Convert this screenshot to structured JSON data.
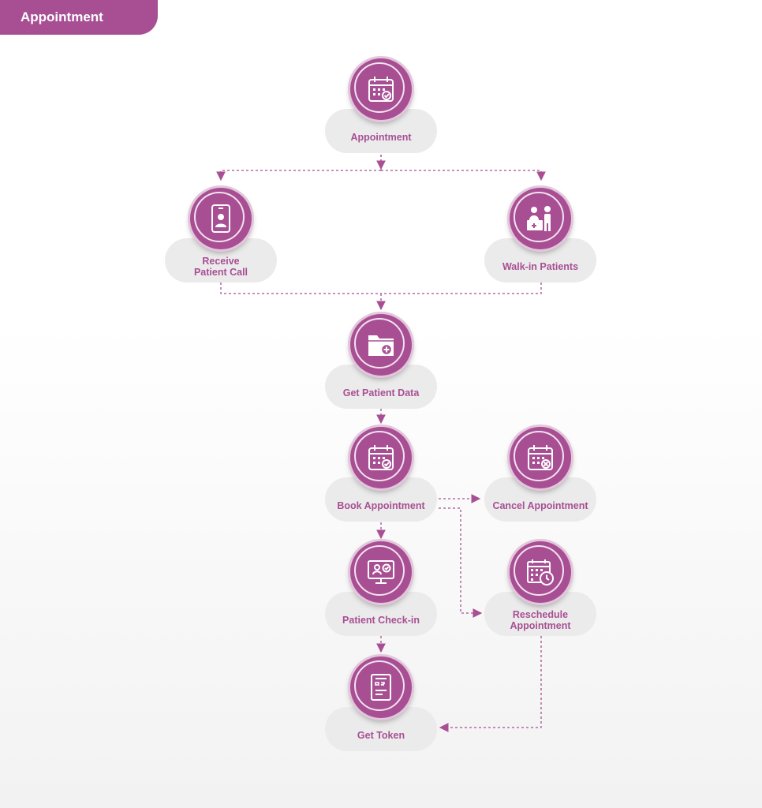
{
  "header": {
    "title": "Appointment"
  },
  "colors": {
    "accent": "#a84f94",
    "pill": "#ebebeb",
    "connector": "#a84f94"
  },
  "nodes": {
    "appointment": {
      "label": "Appointment",
      "icon": "calendar-check-icon"
    },
    "receive_call": {
      "label": "Receive\nPatient Call",
      "icon": "smartphone-user-icon"
    },
    "walk_in": {
      "label": "Walk-in Patients",
      "icon": "reception-desk-icon"
    },
    "patient_data": {
      "label": "Get Patient Data",
      "icon": "medical-folder-icon"
    },
    "book": {
      "label": "Book Appointment",
      "icon": "calendar-check-icon"
    },
    "cancel": {
      "label": "Cancel Appointment",
      "icon": "calendar-x-icon"
    },
    "check_in": {
      "label": "Patient Check-in",
      "icon": "monitor-user-check-icon"
    },
    "reschedule": {
      "label": "Reschedule\nAppointment",
      "icon": "calendar-clock-icon"
    },
    "token": {
      "label": "Get Token",
      "icon": "token-ticket-icon"
    }
  }
}
